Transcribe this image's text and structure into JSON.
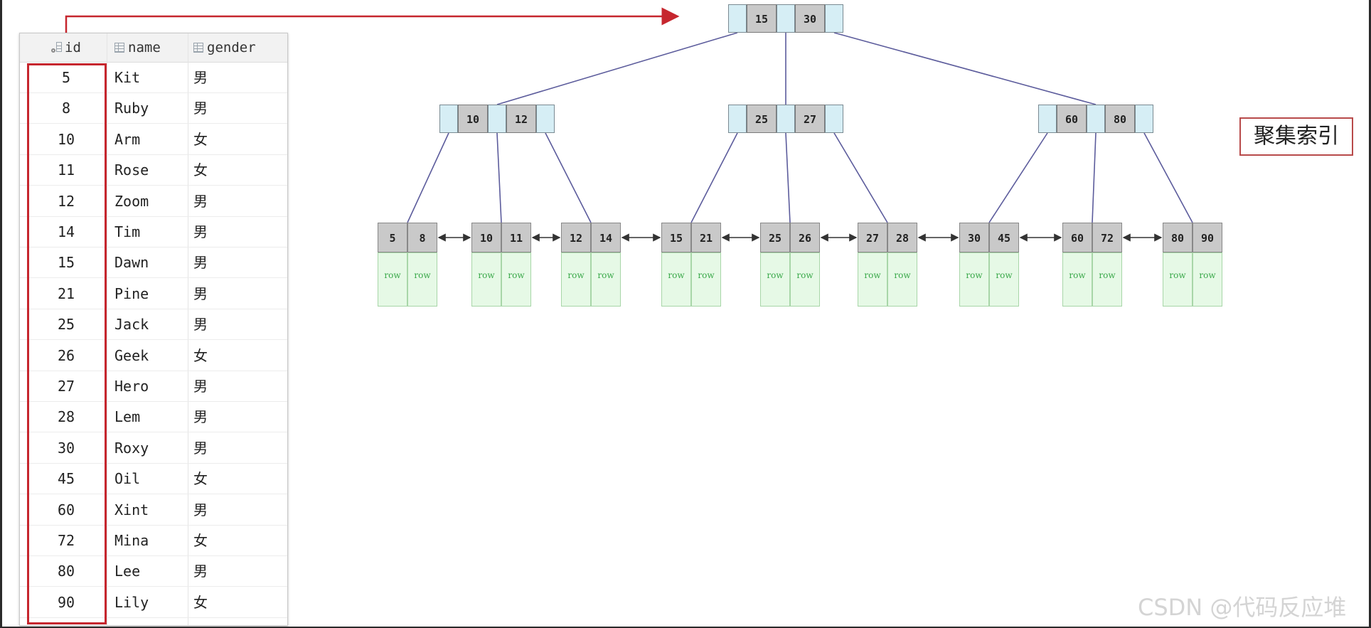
{
  "table": {
    "headers": {
      "id": "id",
      "name": "name",
      "gender": "gender"
    },
    "rows": [
      {
        "id": "5",
        "name": "Kit",
        "gender": "男"
      },
      {
        "id": "8",
        "name": "Ruby",
        "gender": "男"
      },
      {
        "id": "10",
        "name": "Arm",
        "gender": "女"
      },
      {
        "id": "11",
        "name": "Rose",
        "gender": "女"
      },
      {
        "id": "12",
        "name": "Zoom",
        "gender": "男"
      },
      {
        "id": "14",
        "name": "Tim",
        "gender": "男"
      },
      {
        "id": "15",
        "name": "Dawn",
        "gender": "男"
      },
      {
        "id": "21",
        "name": "Pine",
        "gender": "男"
      },
      {
        "id": "25",
        "name": "Jack",
        "gender": "男"
      },
      {
        "id": "26",
        "name": "Geek",
        "gender": "女"
      },
      {
        "id": "27",
        "name": "Hero",
        "gender": "男"
      },
      {
        "id": "28",
        "name": "Lem",
        "gender": "男"
      },
      {
        "id": "30",
        "name": "Roxy",
        "gender": "男"
      },
      {
        "id": "45",
        "name": "Oil",
        "gender": "女"
      },
      {
        "id": "60",
        "name": "Xint",
        "gender": "男"
      },
      {
        "id": "72",
        "name": "Mina",
        "gender": "女"
      },
      {
        "id": "80",
        "name": "Lee",
        "gender": "男"
      },
      {
        "id": "90",
        "name": "Lily",
        "gender": "女"
      }
    ]
  },
  "tree": {
    "root": {
      "keys": [
        "15",
        "30"
      ]
    },
    "internal": [
      {
        "keys": [
          "10",
          "12"
        ]
      },
      {
        "keys": [
          "25",
          "27"
        ]
      },
      {
        "keys": [
          "60",
          "80"
        ]
      }
    ],
    "leaves": [
      {
        "keys": [
          "5",
          "8"
        ]
      },
      {
        "keys": [
          "10",
          "11"
        ]
      },
      {
        "keys": [
          "12",
          "14"
        ]
      },
      {
        "keys": [
          "15",
          "21"
        ]
      },
      {
        "keys": [
          "25",
          "26"
        ]
      },
      {
        "keys": [
          "27",
          "28"
        ]
      },
      {
        "keys": [
          "30",
          "45"
        ]
      },
      {
        "keys": [
          "60",
          "72"
        ]
      },
      {
        "keys": [
          "80",
          "90"
        ]
      }
    ],
    "row_label": "row"
  },
  "label": "聚集索引",
  "watermark": "CSDN @代码反应堆",
  "colors": {
    "highlight": "#c6262e",
    "line": "#5c5c9c",
    "node_key": "#c9c9c9",
    "node_ptr": "#d6eef5",
    "leaf_row": "#e6f9e6",
    "row_text": "#3aa94a"
  }
}
